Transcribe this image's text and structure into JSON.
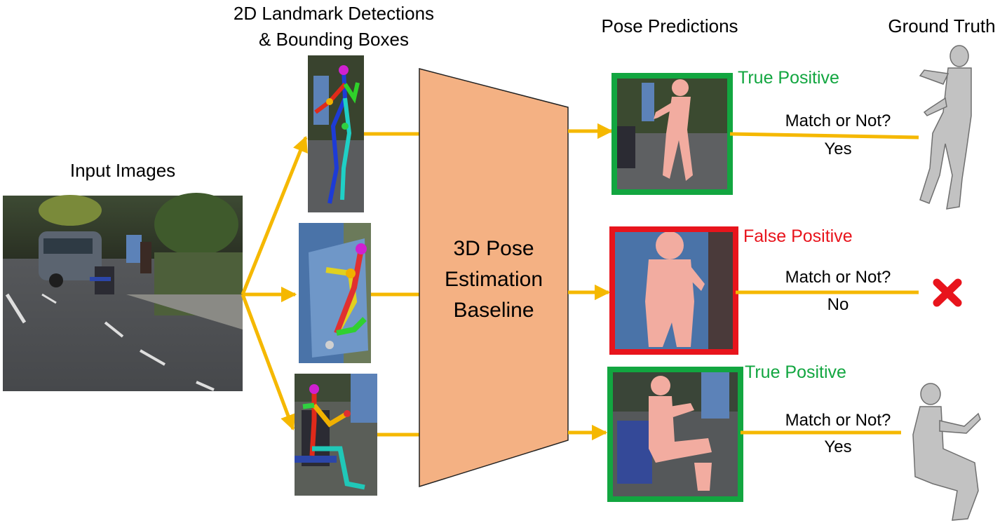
{
  "headers": {
    "input": "Input Images",
    "landmark_line1": "2D Landmark Detections",
    "landmark_line2": "& Bounding Boxes",
    "pose": "Pose Predictions",
    "ground_truth": "Ground Truth"
  },
  "baseline": {
    "line1": "3D Pose",
    "line2": "Estimation",
    "line3": "Baseline"
  },
  "rows": [
    {
      "status": "True Positive",
      "question": "Match or Not?",
      "answer": "Yes"
    },
    {
      "status": "False Positive",
      "question": "Match or Not?",
      "answer": "No"
    },
    {
      "status": "True Positive",
      "question": "Match or Not?",
      "answer": "Yes"
    }
  ],
  "colors": {
    "arrow": "#f5b800",
    "baseline_fill": "#f4b183",
    "true_positive": "#12a640",
    "false_positive": "#e8141c",
    "reject_mark": "#e8141c",
    "mesh": "#b8b8b8"
  },
  "icons": [
    "input-photo",
    "landmark-crop",
    "pose-prediction-image",
    "ground-truth-mesh-figure",
    "reject-x-icon"
  ]
}
